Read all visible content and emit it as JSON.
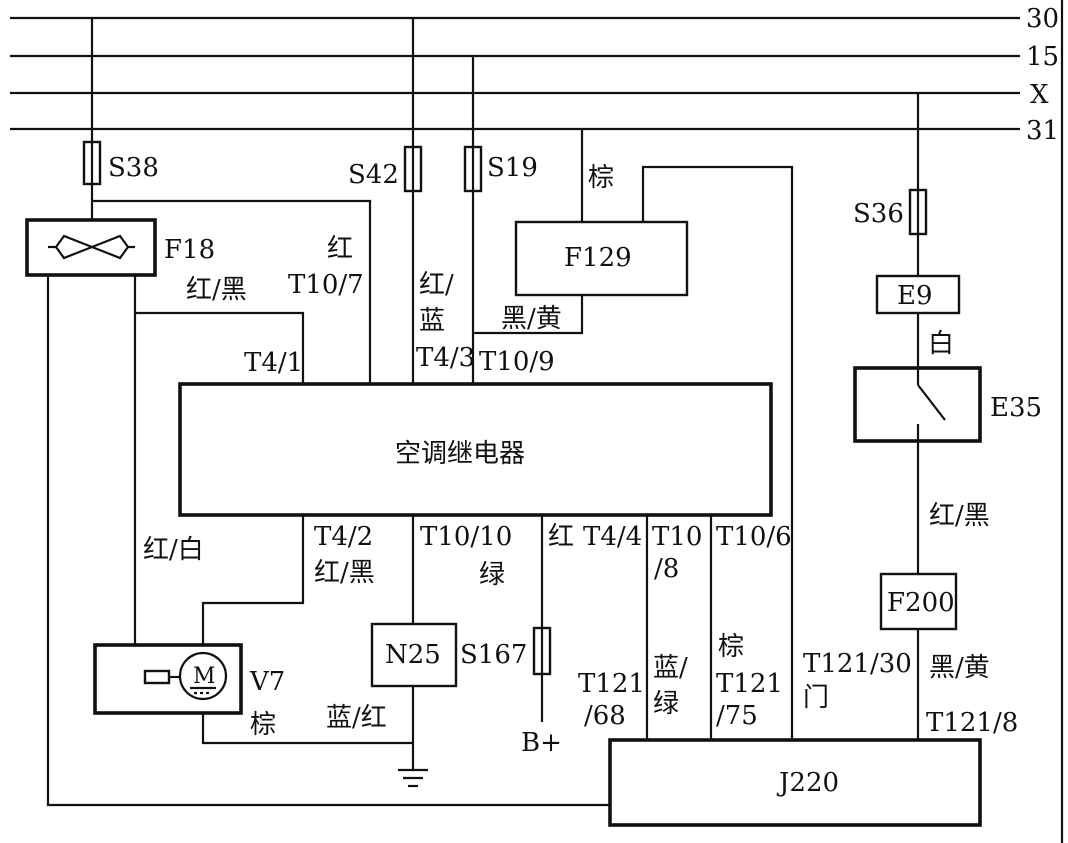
{
  "rails": {
    "r30": "30",
    "r15": "15",
    "rX": "X",
    "r31": "31"
  },
  "components": {
    "relay": "空调继电器",
    "f18": "F18",
    "f129": "F129",
    "e9": "E9",
    "e35": "E35",
    "f200": "F200",
    "n25": "N25",
    "v7": "V7",
    "j220": "J220",
    "motor_symbol": "M"
  },
  "fuses": {
    "s38": "S38",
    "s42": "S42",
    "s19": "S19",
    "s36": "S36",
    "s167": "S167"
  },
  "wires": {
    "red_top": "红",
    "t10_7": "T10/7",
    "red_black_f18": "红/黑",
    "t4_1": "T4/1",
    "red_slash": "红/",
    "blue": "蓝",
    "t4_3": "T4/3",
    "brown_f129": "棕",
    "black_yellow_f129": "黑/黄",
    "t10_9": "T10/9",
    "white_e35": "白",
    "red_black_e35": "红/黑",
    "red_white": "红/白",
    "t4_2": "T4/2",
    "red_black_t42": "红/黑",
    "t10_10": "T10/10",
    "green": "绿",
    "red_t44": "红",
    "t4_4": "T4/4",
    "t10_8_a": "T10",
    "t10_8_b": "/8",
    "t10_6": "T10/6",
    "brown_t121_75": "棕",
    "blue_green_a": "蓝/",
    "blue_green_b": "绿",
    "t121_68_a": "T121",
    "t121_68_b": "/68",
    "t121_75_a": "T121",
    "t121_75_b": "/75",
    "t121_30": "T121/30",
    "door": "门",
    "black_yellow_f200": "黑/黄",
    "t121_8": "T121/8",
    "brown_v7": "棕",
    "blue_red": "蓝/红",
    "bplus": "B+"
  }
}
